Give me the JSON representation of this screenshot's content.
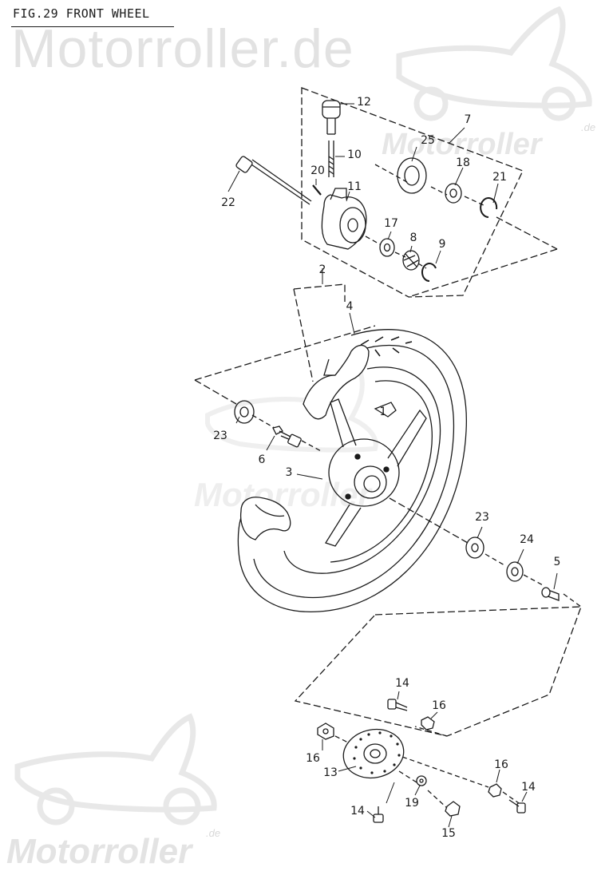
{
  "figure": {
    "title": "FIG.29 FRONT WHEEL"
  },
  "watermark": {
    "main_text": "Motorroller.de",
    "logo_text": "Motorroller",
    "logo_suffix": ".de"
  },
  "callouts": [
    {
      "id": "c12",
      "label": "12"
    },
    {
      "id": "c7",
      "label": "7"
    },
    {
      "id": "c25",
      "label": "25"
    },
    {
      "id": "c10",
      "label": "10"
    },
    {
      "id": "c18",
      "label": "18"
    },
    {
      "id": "c20",
      "label": "20"
    },
    {
      "id": "c11",
      "label": "11"
    },
    {
      "id": "c21",
      "label": "21"
    },
    {
      "id": "c22",
      "label": "22"
    },
    {
      "id": "c17",
      "label": "17"
    },
    {
      "id": "c8",
      "label": "8"
    },
    {
      "id": "c9",
      "label": "9"
    },
    {
      "id": "c2",
      "label": "2"
    },
    {
      "id": "c4",
      "label": "4"
    },
    {
      "id": "c1",
      "label": "1"
    },
    {
      "id": "c23a",
      "label": "23"
    },
    {
      "id": "c6",
      "label": "6"
    },
    {
      "id": "c3",
      "label": "3"
    },
    {
      "id": "c23b",
      "label": "23"
    },
    {
      "id": "c24",
      "label": "24"
    },
    {
      "id": "c5",
      "label": "5"
    },
    {
      "id": "c14a",
      "label": "14"
    },
    {
      "id": "c16a",
      "label": "16"
    },
    {
      "id": "c16b",
      "label": "16"
    },
    {
      "id": "c13",
      "label": "13"
    },
    {
      "id": "c16c",
      "label": "16"
    },
    {
      "id": "c14b",
      "label": "14"
    },
    {
      "id": "c19",
      "label": "19"
    },
    {
      "id": "c14c",
      "label": "14"
    },
    {
      "id": "c15",
      "label": "15"
    }
  ]
}
